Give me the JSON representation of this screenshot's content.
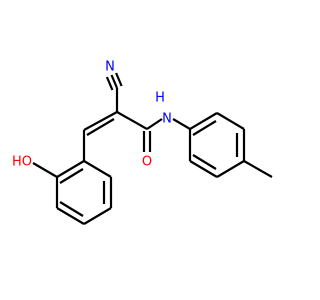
{
  "diagram": {
    "type": "chemical-structure",
    "atoms": [
      {
        "id": "n_nitrile",
        "label": "N",
        "color": "#0000ff"
      },
      {
        "id": "n_amide",
        "label": "N",
        "color": "#0000ff"
      },
      {
        "id": "h_amide",
        "label": "H",
        "color": "#0000ff"
      },
      {
        "id": "o_carbonyl",
        "label": "O",
        "color": "#ff0000"
      },
      {
        "id": "o_hydroxyl",
        "label": "HO",
        "color": "#ff0000"
      }
    ]
  }
}
